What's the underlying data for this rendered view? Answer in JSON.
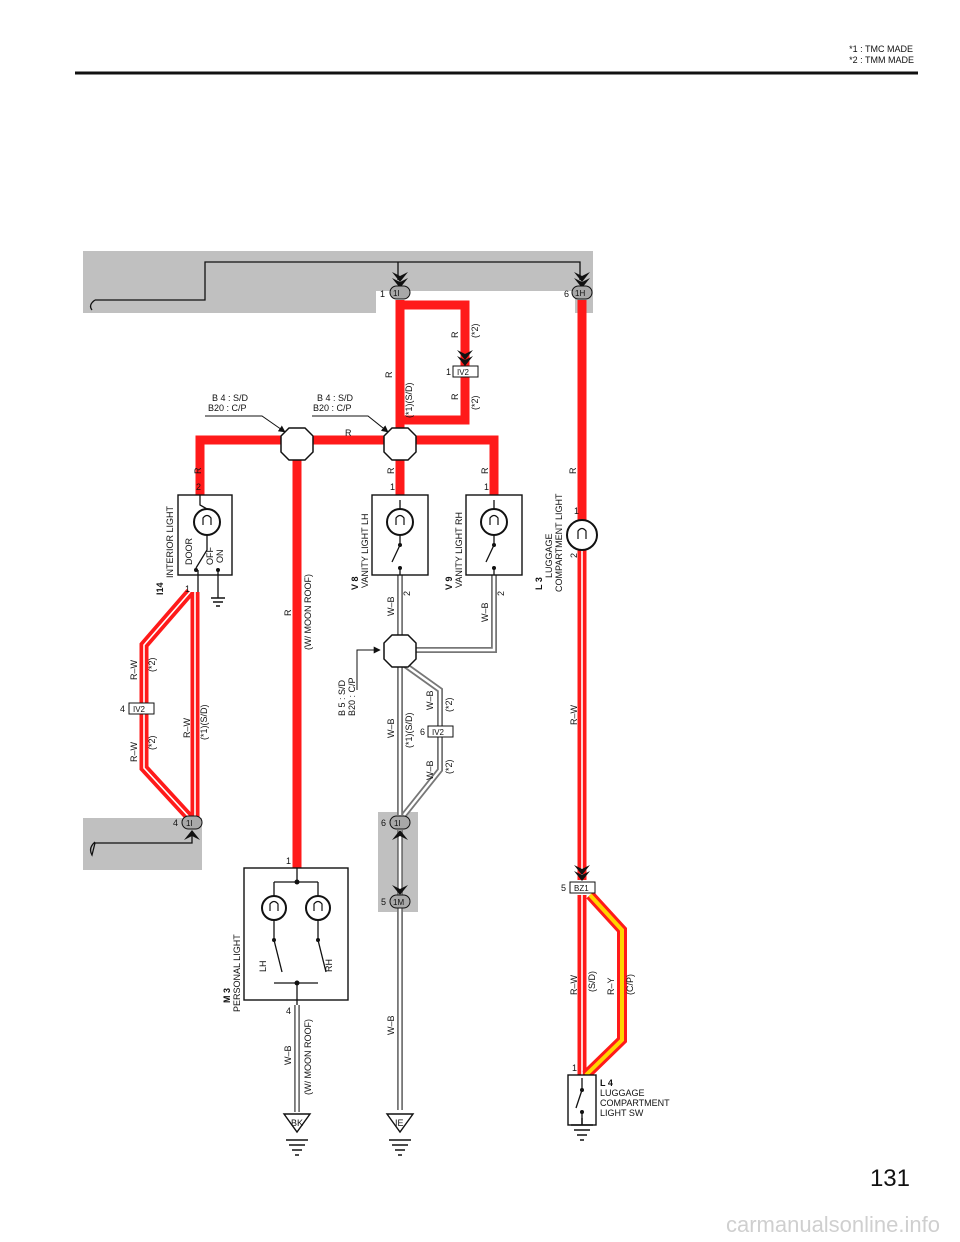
{
  "header": {
    "note1": "*1  : TMC MADE",
    "note2": "*2  : TMM MADE"
  },
  "page_number": "131",
  "watermark": "carmanualsonline.info",
  "connectors": {
    "c1I_top": {
      "pin": "1",
      "id": "1I"
    },
    "c1H": {
      "pin": "6",
      "id": "1H"
    },
    "iv2_top": {
      "pin": "1",
      "id": "IV2"
    },
    "iv2_left": {
      "pin": "4",
      "id": "IV2"
    },
    "iv2_mid": {
      "pin": "6",
      "id": "IV2"
    },
    "c1I_left": {
      "pin": "4",
      "id": "1I"
    },
    "c1I_mid": {
      "pin": "6",
      "id": "1I"
    },
    "c1M": {
      "pin": "5",
      "id": "1M"
    },
    "bz1": {
      "pin": "5",
      "id": "BZ1"
    }
  },
  "junctions": {
    "j1": {
      "line1": "B 4 : S/D",
      "line2": "B20 : C/P"
    },
    "j2": {
      "line1": "B 4 : S/D",
      "line2": "B20 : C/P"
    },
    "j3": {
      "line1": "B 5 : S/D",
      "line2": "B20 : C/P"
    }
  },
  "wires": {
    "r_top1": "R",
    "r_top1_note": "(*1)(S/D)",
    "r_iv2_up": "R",
    "r_iv2_up_note": "(*2)",
    "r_iv2_dn": "R",
    "r_iv2_dn_note": "(*2)",
    "r_bus": "R",
    "r_v8": "R",
    "r_v9": "R",
    "r_i14": "R",
    "r_lug": "R",
    "r_mroof": "R",
    "r_mroof_note": "(W/ MOON ROOF)",
    "rw_a": "R–W",
    "rw_a_note": "(*2)",
    "rw_b": "R–W",
    "rw_b_note": "(*2)",
    "rw_c": "R–W",
    "rw_c_note": "(*1)(S/D)",
    "wb_v8": "W–B",
    "wb_v9": "W–B",
    "wb_j3": "W–B",
    "wb_j3_note": "(*1)(S/D)",
    "wb_iv2a": "W–B",
    "wb_iv2a_note": "(*2)",
    "wb_iv2b": "W–B",
    "wb_iv2b_note": "(*2)",
    "wb_ie": "W–B",
    "wb_bk": "W–B",
    "wb_bk_note": "(W/ MOON ROOF)",
    "rw_lug": "R–W",
    "rw_l4": "R–W",
    "rw_l4_note": "(S/D)",
    "ry_l4": "R–Y",
    "ry_l4_note": "(C/P)"
  },
  "components": {
    "i14": {
      "code": "I14",
      "name": "INTERIOR LIGHT",
      "door": "DOOR",
      "off": "OFF",
      "on": "ON",
      "pin_top": "2",
      "pin_bot": "1"
    },
    "v8": {
      "code": "V 8",
      "name": "VANITY LIGHT LH",
      "pin_top": "1",
      "pin_bot": "2"
    },
    "v9": {
      "code": "V 9",
      "name": "VANITY LIGHT RH",
      "pin_top": "1",
      "pin_bot": "2"
    },
    "l3": {
      "code": "L 3",
      "name1": "LUGGAGE",
      "name2": "COMPARTMENT LIGHT",
      "pin_top": "1",
      "pin_bot": "2"
    },
    "m3": {
      "code": "M 3",
      "name": "PERSONAL LIGHT",
      "lh": "LH",
      "rh": "RH",
      "pin_top": "1",
      "pin_bot": "4"
    },
    "l4": {
      "code": "L 4",
      "name1": "LUGGAGE",
      "name2": "COMPARTMENT",
      "name3": "LIGHT SW",
      "pin": "1"
    }
  },
  "grounds": {
    "bk": "BK",
    "ie": "IE"
  },
  "colors": {
    "red": "#ff1a1a",
    "yellow": "#ffd400",
    "gray": "#c0c0c0"
  }
}
